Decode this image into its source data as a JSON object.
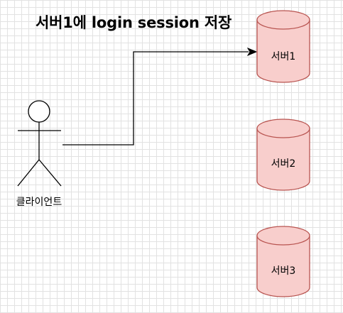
{
  "diagram": {
    "title": "서버1에 login session 저장",
    "actor": {
      "label": "클라이언트",
      "icon": "stick-figure-icon"
    },
    "servers": [
      {
        "label": "서버1",
        "icon": "database-cylinder-icon"
      },
      {
        "label": "서버2",
        "icon": "database-cylinder-icon"
      },
      {
        "label": "서버3",
        "icon": "database-cylinder-icon"
      }
    ],
    "edges": [
      {
        "from": "클라이언트",
        "to": "서버1",
        "arrow": "open-arrowhead"
      }
    ],
    "colors": {
      "cylinder_fill": "#f8cecc",
      "cylinder_stroke": "#b85450",
      "line": "#000000",
      "grid": "#e2e2e2"
    }
  }
}
